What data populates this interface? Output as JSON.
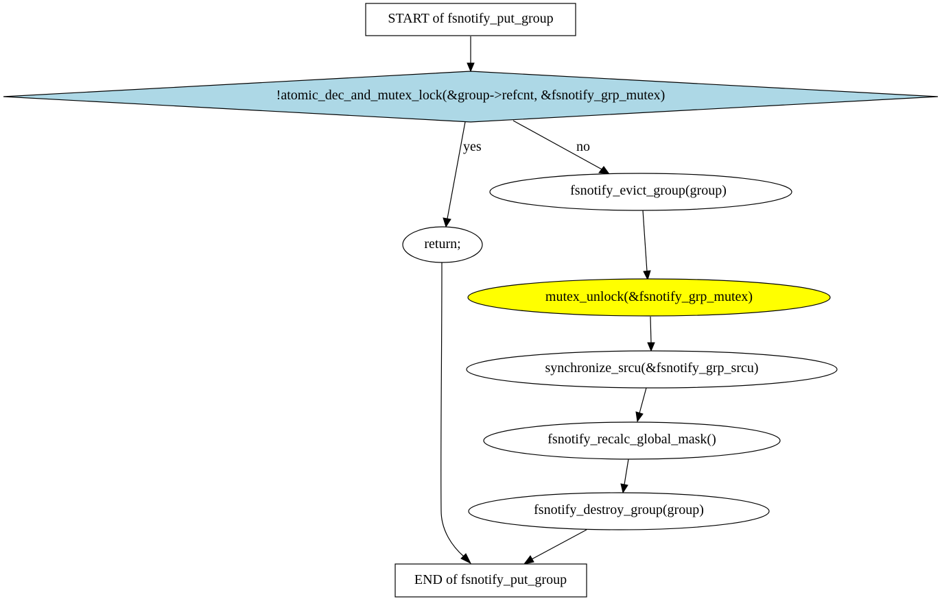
{
  "nodes": {
    "start": {
      "label": "START of fsnotify_put_group"
    },
    "condition": {
      "label": "!atomic_dec_and_mutex_lock(&group->refcnt, &fsnotify_grp_mutex)",
      "fill": "#add8e6"
    },
    "return": {
      "label": "return;"
    },
    "evict": {
      "label": "fsnotify_evict_group(group)"
    },
    "mutex_unlock": {
      "label": "mutex_unlock(&fsnotify_grp_mutex)",
      "fill": "#ffff00"
    },
    "synchronize": {
      "label": "synchronize_srcu(&fsnotify_grp_srcu)"
    },
    "recalc": {
      "label": "fsnotify_recalc_global_mask()"
    },
    "destroy": {
      "label": "fsnotify_destroy_group(group)"
    },
    "end": {
      "label": "END of fsnotify_put_group"
    }
  },
  "edges": {
    "yes_label": "yes",
    "no_label": "no"
  }
}
